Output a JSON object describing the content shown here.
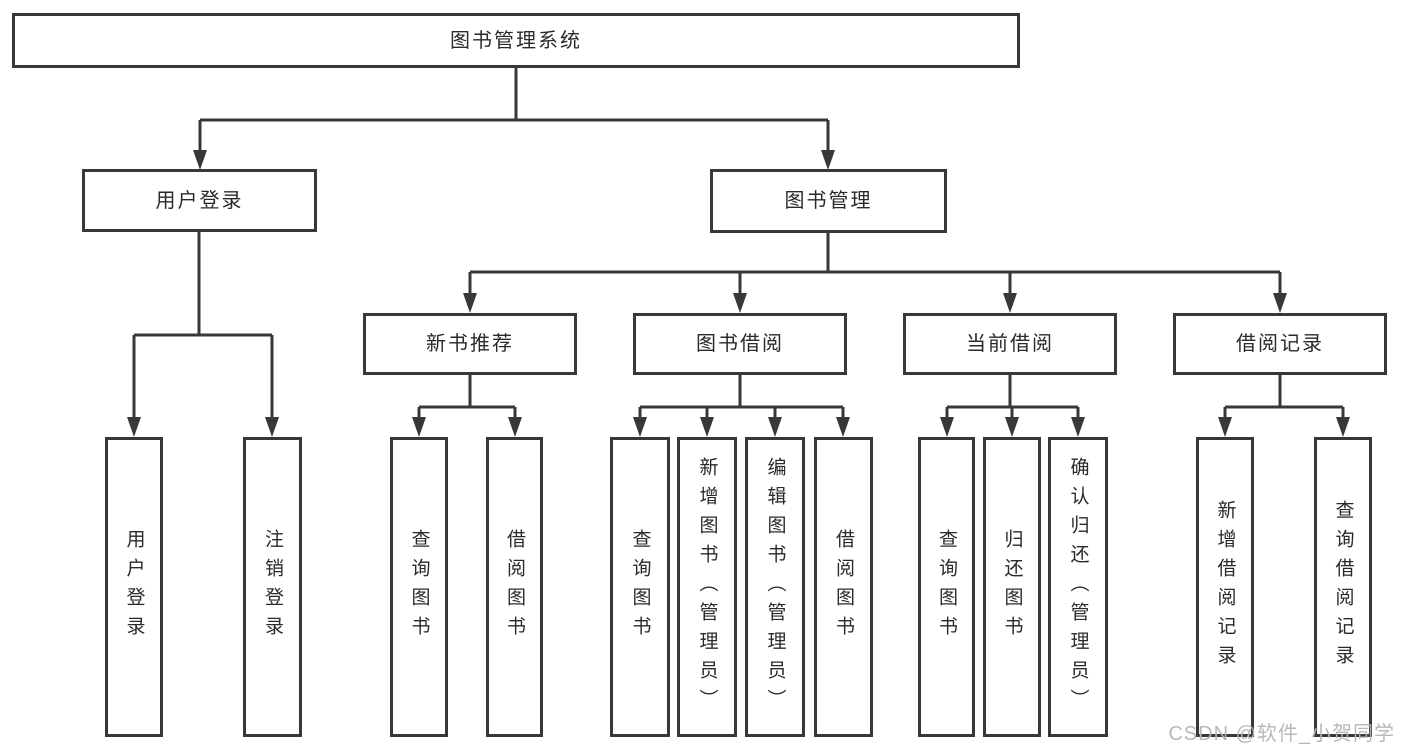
{
  "diagram": {
    "root": {
      "label": "图书管理系统"
    },
    "branches": [
      {
        "label": "用户登录",
        "children": [
          {
            "label": "用户登录"
          },
          {
            "label": "注销登录"
          }
        ]
      },
      {
        "label": "图书管理",
        "sections": [
          {
            "label": "新书推荐",
            "children": [
              {
                "label": "查询图书"
              },
              {
                "label": "借阅图书"
              }
            ]
          },
          {
            "label": "图书借阅",
            "children": [
              {
                "label": "查询图书"
              },
              {
                "label": "新增图书（管理员）"
              },
              {
                "label": "编辑图书（管理员）"
              },
              {
                "label": "借阅图书"
              }
            ]
          },
          {
            "label": "当前借阅",
            "children": [
              {
                "label": "查询图书"
              },
              {
                "label": "归还图书"
              },
              {
                "label": "确认归还（管理员）"
              }
            ]
          },
          {
            "label": "借阅记录",
            "children": [
              {
                "label": "新增借阅记录"
              },
              {
                "label": "查询借阅记录"
              }
            ]
          }
        ]
      }
    ]
  },
  "watermark": {
    "text": "CSDN @软件_小贺同学"
  },
  "colors": {
    "line": "#383838",
    "box_border": "#383838",
    "text": "#2a2a2a",
    "watermark": "#b5b5b5",
    "background": "#ffffff"
  }
}
